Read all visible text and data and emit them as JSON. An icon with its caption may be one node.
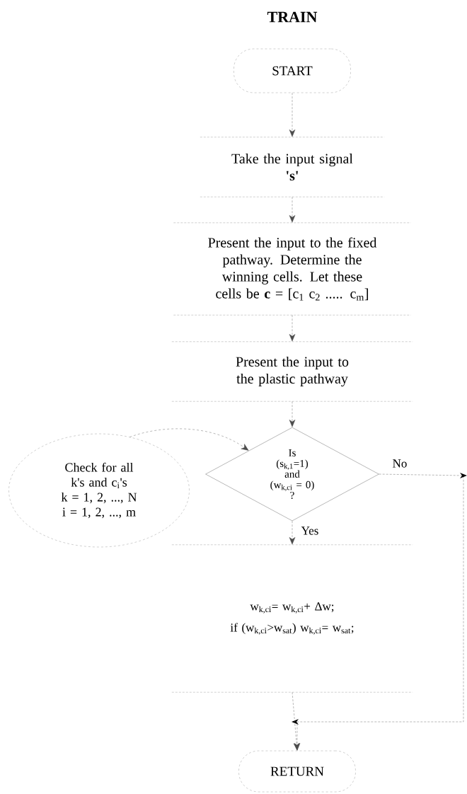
{
  "diagram": {
    "title": "TRAIN",
    "nodes": [
      {
        "text": [
          "START"
        ]
      },
      {
        "text": [
          "Take the input signal",
          "'s'"
        ]
      },
      {
        "text": [
          "Present the input to the fixed pathway. Determine the winning cells. Let these cells be **c** = [c$_{1}$ c$_{2}$ ..... c$_{m}$]"
        ]
      },
      {
        "text": [
          "Present the input to the plastic pathway"
        ]
      },
      {
        "text": [
          "Is",
          "(s$_{k,1}$=1)",
          "and",
          "(w$_{k,ci}$ = 0)",
          "?"
        ]
      },
      {
        "text": [
          "Check for all k's and c$_{i}$'s",
          "k = 1, 2, ..., N",
          "i = 1, 2, ..., m"
        ]
      },
      {
        "text": [
          "w$_{k,ci}$= w$_{k,ci}$+ Δw;",
          "if (w$_{k,ci}$>w$_{sat}$) w$_{k,ci}$= w$_{sat}$;"
        ]
      },
      {
        "text": [
          "RETURN"
        ]
      }
    ],
    "edges": [
      {
        "from": 0,
        "to": 1,
        "arrow": "to"
      },
      {
        "from": 1,
        "to": 2,
        "arrow": "to"
      },
      {
        "from": 2,
        "to": 3,
        "arrow": "to"
      },
      {
        "from": 3,
        "to": 4,
        "arrow": "to"
      },
      {
        "from": 5,
        "to": 4,
        "arrow": "to",
        "style": "dashed"
      },
      {
        "from": 4,
        "to": 6,
        "arrow": "to",
        "label": "Yes"
      },
      {
        "from": 4,
        "to": 7,
        "arrow": "to",
        "label": "No"
      },
      {
        "from": 6,
        "to": 7,
        "arrow": "to"
      }
    ]
  }
}
